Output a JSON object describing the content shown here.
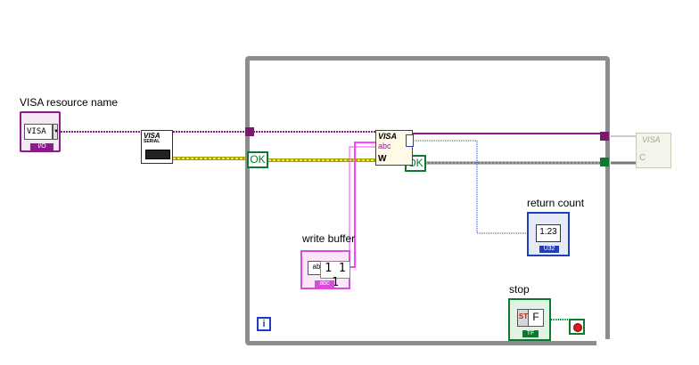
{
  "labels": {
    "visa_resource_name": "VISA resource name",
    "write_buffer": "write buffer",
    "return_count": "return count",
    "stop": "stop"
  },
  "visa_control": {
    "value": "VISA",
    "type_tag": "I/O"
  },
  "serial_config": {
    "title": "VISA",
    "subtitle": "SERIAL"
  },
  "visa_write": {
    "title": "VISA",
    "text": "abc",
    "mode": "W"
  },
  "ok_constants": {
    "left": "OK",
    "right": "OK"
  },
  "write_buffer": {
    "type_box": "ab",
    "value": "1 1 1",
    "type_tag": "abc"
  },
  "return_count": {
    "value": "1.23",
    "type_tag": "U32"
  },
  "stop_control": {
    "button": "ST",
    "value": "F",
    "type_tag": "TF"
  },
  "iteration_terminal": "i",
  "visa_close": {
    "title": "VISA",
    "c": "C"
  },
  "colors": {
    "visa_wire": "#8b1a8b",
    "error_wire": "#c9c60a",
    "string_wire": "#ff40ff",
    "numeric_wire": "#1f3fbf",
    "boolean_wire": "#0b7a2e",
    "loop_frame": "#8c8c8c"
  }
}
